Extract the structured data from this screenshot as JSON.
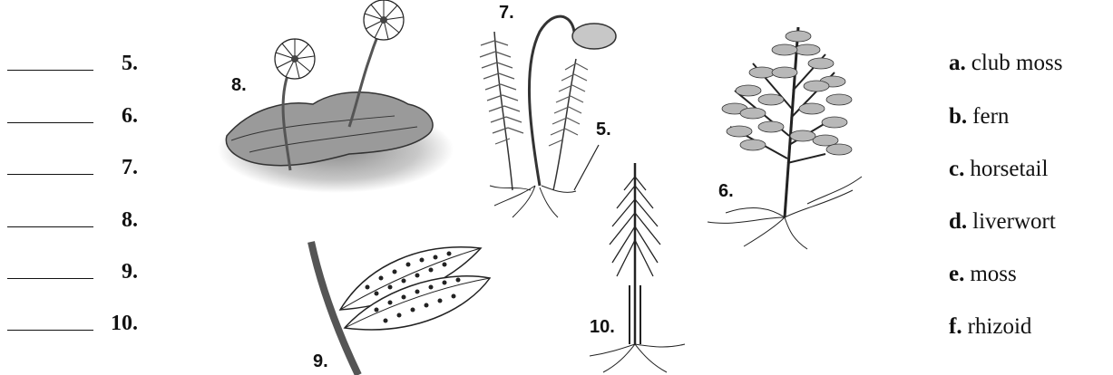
{
  "answer_numbers": [
    "5.",
    "6.",
    "7.",
    "8.",
    "9.",
    "10."
  ],
  "choices": [
    {
      "letter": "a.",
      "text": "club moss"
    },
    {
      "letter": "b.",
      "text": "fern"
    },
    {
      "letter": "c.",
      "text": "horsetail"
    },
    {
      "letter": "d.",
      "text": "liverwort"
    },
    {
      "letter": "e.",
      "text": "moss"
    },
    {
      "letter": "f.",
      "text": "rhizoid"
    }
  ],
  "figure_labels": {
    "liverwort": "8.",
    "moss": "7.",
    "rhizoid": "5.",
    "club_moss": "6.",
    "fern": "9.",
    "horsetail": "10."
  }
}
